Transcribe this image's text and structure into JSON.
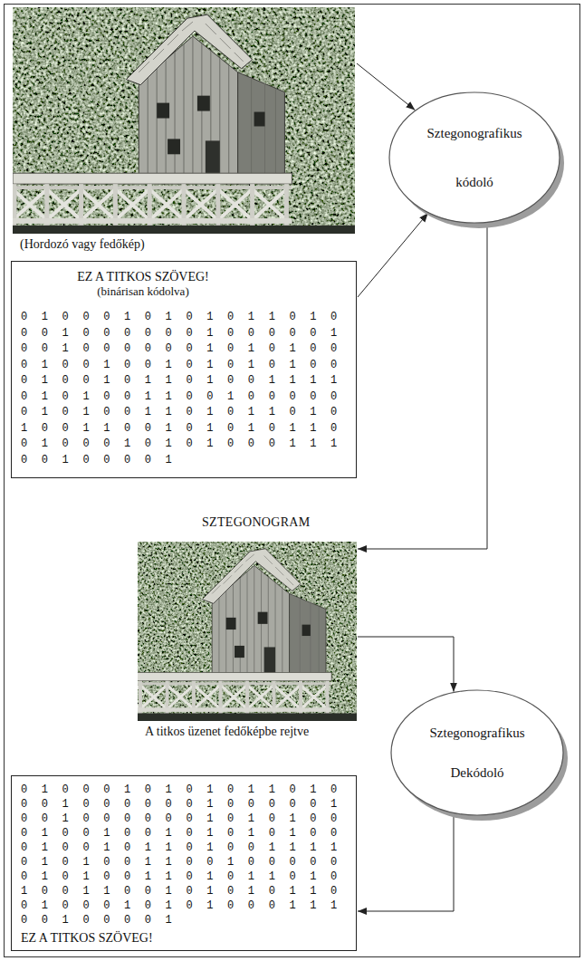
{
  "diagram": {
    "nodes": [
      {
        "text": [
          "(Hordozó vagy fedőkép)"
        ]
      },
      {
        "text": [
          "EZ A TITKOS SZÖVEG!",
          "(binárisan kódolva)",
          "0 1 0 0 0 1 0 1 0 1 0 1 1 0 1 0 0 0 1 0 0 0 0 0 0 1 0 0 0 0 0 1 0 0 1 0 0 0 0 0 0 1 0 1 0 1 0 0 0 1 0 0 1 0 0 1 0 1 0 1 0 1 0 0 0 1 0 0 1 0 1 1 0 1 0 0 1 1 1 1 0 1 0 1 0 0 1 1 0 0 1 0 0 0 0 0 0 1 0 1 0 0 1 1 0 1 0 1 1 0 1 0 1 0 0 1 1 0 0 1 0 1 0 1 0 1 1 0 0 1 0 0 0 1 0 1 0 1 0 0 0 1 1 1 0 0 1 0 0 0 0 1"
        ]
      },
      {
        "text": [
          "Sztegonografikus kódoló"
        ]
      },
      {
        "text": [
          "A titkos üzenet fedőképbe rejtve"
        ]
      },
      {
        "text": [
          "Sztegonografikus Dekódoló"
        ]
      },
      {
        "text": [
          "0 1 0 0 0 1 0 1 0 1 0 1 1 0 1 0 0 0 1 0 0 0 0 0 0 1 0 0 0 0 0 1 0 0 1 0 0 0 0 0 0 1 0 1 0 1 0 0 0 1 0 0 1 0 0 1 0 1 0 1 0 1 0 0 0 1 0 0 1 0 1 1 0 1 0 0 1 1 1 1 0 1 0 1 0 0 1 1 0 0 1 0 0 0 0 0 0 1 0 1 0 0 1 1 0 1 0 1 1 0 1 0 1 0 0 1 1 0 0 1 0 1 0 1 0 1 1 0 0 1 0 0 0 1 0 1 0 1 0 0 0 1 1 1 0 0 1 0 0 0 0 1",
          "EZ A TITKOS SZÖVEG!"
        ]
      }
    ],
    "edges": [
      {
        "from": 0,
        "to": 2,
        "arrow": "to"
      },
      {
        "from": 1,
        "to": 2,
        "arrow": "to"
      },
      {
        "from": 2,
        "to": 3,
        "label": "SZTEGONOGRAM",
        "arrow": "to"
      },
      {
        "from": 3,
        "to": 4,
        "arrow": "to"
      },
      {
        "from": 4,
        "to": 5,
        "arrow": "to"
      }
    ]
  }
}
